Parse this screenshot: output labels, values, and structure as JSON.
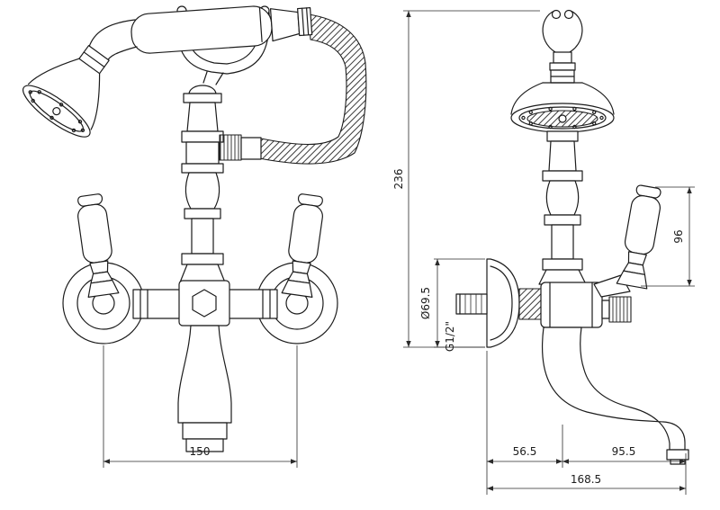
{
  "dimensions": {
    "front_width": "150",
    "overall_height": "236",
    "handle_height": "96",
    "flange_diameter": "Ø69.5",
    "connection_thread": "G1/2\"",
    "wall_to_axis": "56.5",
    "axis_to_outlet": "95.5",
    "overall_depth": "168.5"
  }
}
